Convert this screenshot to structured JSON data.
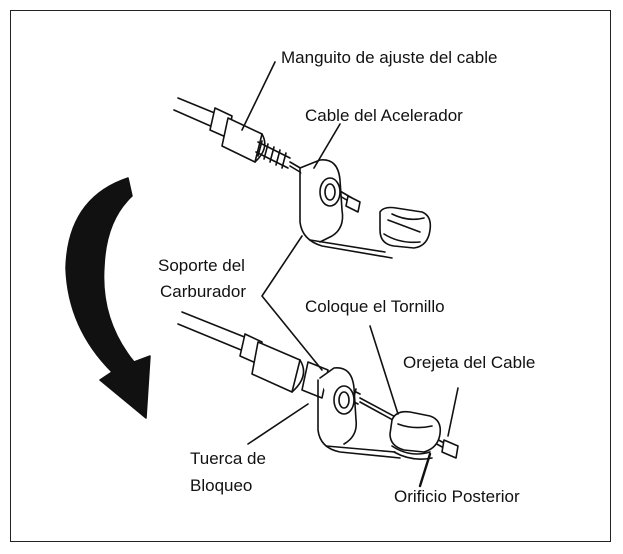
{
  "labels": {
    "adjuster_sleeve": "Manguito de ajuste del cable",
    "throttle_cable": "Cable del Acelerador",
    "carb_bracket_line1": "Soporte del",
    "carb_bracket_line2": "Carburador",
    "place_screw": "Coloque el Tornillo",
    "cable_lug": "Orejeta del Cable",
    "lock_nut_line1": "Tuerca de",
    "lock_nut_line2": "Bloqueo",
    "rear_hole": "Orificio Posterior"
  },
  "colors": {
    "ink": "#111111",
    "frame": "#222222",
    "background": "#ffffff"
  },
  "icons": {
    "rotation_arrow": "curved-rotation-arrow-icon"
  }
}
